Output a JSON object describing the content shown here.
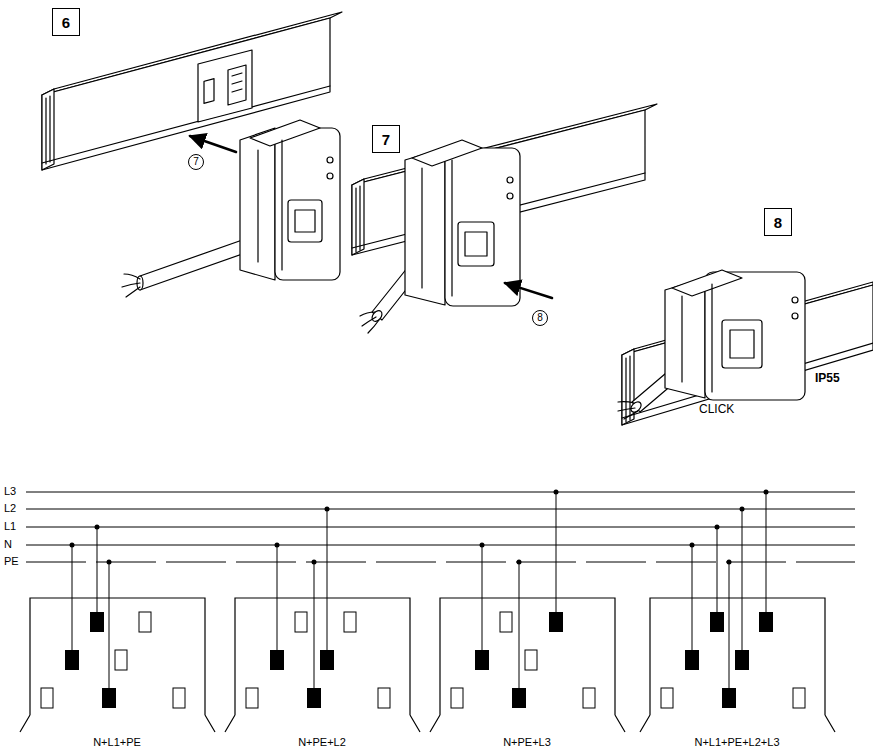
{
  "diagram": {
    "nodes": [
      {
        "text": [
          "6"
        ]
      },
      {
        "text": [
          "7"
        ]
      },
      {
        "text": [
          "7"
        ]
      },
      {
        "text": [
          "8"
        ]
      },
      {
        "text": [
          "8"
        ]
      }
    ],
    "labels": [
      "CLICK",
      "IP55",
      "L3",
      "L2",
      "L1",
      "N",
      "PE",
      "N+L1+PE",
      "N+PE+L2",
      "N+PE+L3",
      "N+L1+PE+L2+L3"
    ]
  }
}
